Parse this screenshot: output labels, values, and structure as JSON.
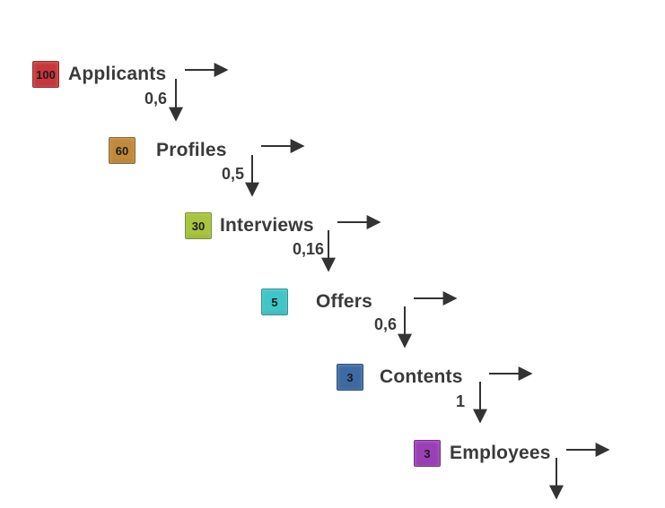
{
  "stages": [
    {
      "count": "100",
      "label": "Applicants",
      "rate": "0,6",
      "color": "#c8373a"
    },
    {
      "count": "60",
      "label": "Profiles",
      "rate": "0,5",
      "color": "#c08a3a"
    },
    {
      "count": "30",
      "label": "Interviews",
      "rate": "0,16",
      "color": "#a7c43c"
    },
    {
      "count": "5",
      "label": "Offers",
      "rate": "0,6",
      "color": "#3fc6c6"
    },
    {
      "count": "3",
      "label": "Contents",
      "rate": "1",
      "color": "#3d6aa3"
    },
    {
      "count": "3",
      "label": "Employees",
      "rate": "",
      "color": "#9a3fb5"
    }
  ]
}
